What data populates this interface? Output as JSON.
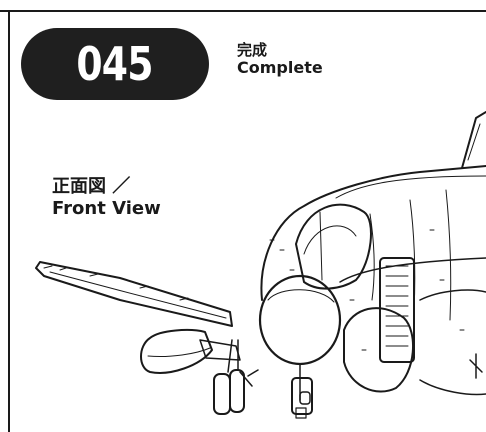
{
  "step": {
    "number": "045",
    "title_ja": "完成",
    "title_en": "Complete"
  },
  "view": {
    "label_ja": "正面図 ／",
    "label_en": "Front View"
  }
}
